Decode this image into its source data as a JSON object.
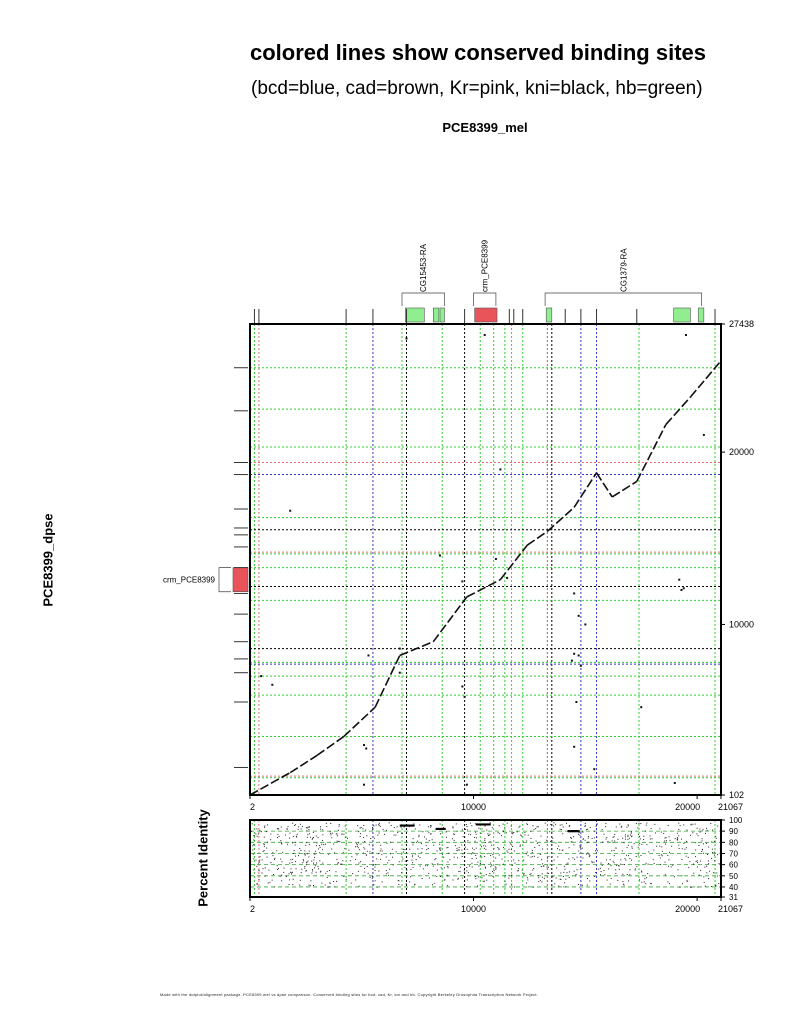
{
  "header": {
    "title": "colored lines show conserved binding sites",
    "subtitle": "(bcd=blue, cad=brown, Kr=pink, kni=black, hb=green)"
  },
  "footer": {
    "text": "Made with the dotplot/alignment package. PCE8399 mel vs dpse comparison. Conserved binding sites for bcd, cad, Kr, kni and hb. Copyright Berkeley Drosophila Transcription Network Project."
  },
  "colors": {
    "bcd": "#3333cc",
    "cad": "#b3643c",
    "Kr": "#e87070",
    "kni": "#000000",
    "hb": "#33cc33",
    "gene_fill": "#90ee90",
    "crm_fill": "#e8545a"
  },
  "chart_data": {
    "type": "scatter",
    "title": "PCE8399_mel",
    "xlabel": "PCE8399_mel",
    "ylabel": "PCE8399_dpse",
    "x_range": [
      2,
      21067
    ],
    "y_range": [
      102,
      27438
    ],
    "x_ticks": [
      {
        "value": 2,
        "label": "2"
      },
      {
        "value": 10000,
        "label": "10000"
      },
      {
        "value": 20000,
        "label": "20000"
      },
      {
        "value": 21067,
        "label": "21067"
      }
    ],
    "y_ticks": [
      {
        "value": 102,
        "label": "102"
      },
      {
        "value": 10000,
        "label": "10000"
      },
      {
        "value": 20000,
        "label": "20000"
      },
      {
        "value": 27438,
        "label": "27438"
      }
    ],
    "top_annotations": [
      {
        "label": "CG15453-RA",
        "kind": "gene",
        "start": 6800,
        "end": 8700
      },
      {
        "label": "crm_PCE8399",
        "kind": "crm",
        "start": 10000,
        "end": 11000
      },
      {
        "label": "CG1379-RA",
        "kind": "gene",
        "start": 13200,
        "end": 20200
      }
    ],
    "top_features": [
      {
        "kind": "gene",
        "start": 6950,
        "end": 7800
      },
      {
        "kind": "gene",
        "start": 8200,
        "end": 8450
      },
      {
        "kind": "gene",
        "start": 8500,
        "end": 8700
      },
      {
        "kind": "crm",
        "start": 10050,
        "end": 11050
      },
      {
        "kind": "gene",
        "start": 13250,
        "end": 13500
      },
      {
        "kind": "gene",
        "start": 18950,
        "end": 19700
      },
      {
        "kind": "gene",
        "start": 20050,
        "end": 20300
      }
    ],
    "left_annotations": [
      {
        "label": "crm_PCE8399",
        "kind": "crm",
        "start": 11900,
        "end": 13300
      }
    ],
    "diagonal": [
      [
        2,
        102
      ],
      [
        1800,
        1400
      ],
      [
        3000,
        2400
      ],
      [
        4200,
        3500
      ],
      [
        5600,
        5200
      ],
      [
        6700,
        8200
      ],
      [
        8200,
        9000
      ],
      [
        9700,
        11600
      ],
      [
        11200,
        12600
      ],
      [
        12400,
        14600
      ],
      [
        13300,
        15400
      ],
      [
        14500,
        16800
      ],
      [
        15500,
        18800
      ],
      [
        16200,
        17400
      ],
      [
        17300,
        18300
      ],
      [
        18600,
        21600
      ],
      [
        19700,
        23200
      ],
      [
        21067,
        25300
      ]
    ],
    "dots": [
      [
        7000,
        26600
      ],
      [
        10500,
        26800
      ],
      [
        19500,
        26800
      ],
      [
        6700,
        8600
      ],
      [
        6700,
        7200
      ],
      [
        5300,
        8200
      ],
      [
        500,
        7000
      ],
      [
        1000,
        6500
      ],
      [
        1800,
        16600
      ],
      [
        8500,
        14000
      ],
      [
        9500,
        12500
      ],
      [
        11000,
        13800
      ],
      [
        11500,
        12700
      ],
      [
        14500,
        11800
      ],
      [
        14700,
        10500
      ],
      [
        15000,
        10000
      ],
      [
        14500,
        8300
      ],
      [
        14700,
        8200
      ],
      [
        14400,
        7900
      ],
      [
        14800,
        7600
      ],
      [
        14600,
        5500
      ],
      [
        14500,
        2900
      ],
      [
        15400,
        1600
      ],
      [
        17500,
        5200
      ],
      [
        19200,
        12600
      ],
      [
        19400,
        12100
      ],
      [
        19300,
        12000
      ],
      [
        9500,
        6400
      ],
      [
        9600,
        5800
      ],
      [
        5100,
        3000
      ],
      [
        5200,
        2800
      ],
      [
        5100,
        700
      ],
      [
        9700,
        700
      ],
      [
        19000,
        800
      ],
      [
        20300,
        21000
      ],
      [
        11200,
        19000
      ]
    ],
    "sites_x": [
      {
        "factor": "hb",
        "values": [
          200,
          4300,
          6800,
          8600,
          10300,
          10900,
          11400,
          12200,
          17400,
          20800
        ]
      },
      {
        "factor": "Kr",
        "values": [
          400,
          11700
        ]
      },
      {
        "factor": "cad",
        "values": [
          13300
        ]
      },
      {
        "factor": "bcd",
        "values": [
          5500,
          14800,
          15500
        ]
      },
      {
        "factor": "kni",
        "values": [
          7000,
          9600,
          13500
        ]
      }
    ],
    "sites_y": [
      {
        "factor": "hb",
        "values": [
          1100,
          3500,
          5900,
          7000,
          7800,
          11400,
          13300,
          14100,
          16200,
          18700,
          20300,
          22500,
          24900
        ]
      },
      {
        "factor": "Kr",
        "values": [
          1200,
          14200,
          19400
        ]
      },
      {
        "factor": "bcd",
        "values": [
          7700,
          18700
        ]
      },
      {
        "factor": "kni",
        "values": [
          8600,
          12200,
          15500
        ]
      }
    ],
    "left_tick_marks": [
      1700,
      5500,
      7200,
      8000,
      9000,
      10600,
      11800,
      13300,
      14500,
      15200,
      15600,
      16700,
      18700,
      19400,
      22400,
      24900
    ],
    "top_tick_marks": [
      200,
      400,
      4300,
      5500,
      7000,
      9600,
      11600,
      11800,
      12200,
      14100,
      14800,
      15500,
      17300,
      20800
    ],
    "identity_panel": {
      "ylabel": "Percent Identity",
      "y_ticks": [
        {
          "value": 31,
          "label": "31"
        },
        {
          "value": 40,
          "label": "40"
        },
        {
          "value": 50,
          "label": "50"
        },
        {
          "value": 60,
          "label": "60"
        },
        {
          "value": 70,
          "label": "70"
        },
        {
          "value": 80,
          "label": "80"
        },
        {
          "value": 90,
          "label": "90"
        },
        {
          "value": 100,
          "label": "100"
        }
      ],
      "y_range": [
        31,
        100
      ],
      "x_ticks": [
        {
          "value": 2,
          "label": "2"
        },
        {
          "value": 10000,
          "label": "10000"
        },
        {
          "value": 20000,
          "label": "20000"
        },
        {
          "value": 21067,
          "label": "21067"
        }
      ],
      "high_identity_regions": [
        {
          "start": 6700,
          "end": 7300,
          "identity": 95
        },
        {
          "start": 8300,
          "end": 8700,
          "identity": 92
        },
        {
          "start": 10100,
          "end": 10700,
          "identity": 96
        },
        {
          "start": 14200,
          "end": 14700,
          "identity": 90
        }
      ]
    }
  }
}
